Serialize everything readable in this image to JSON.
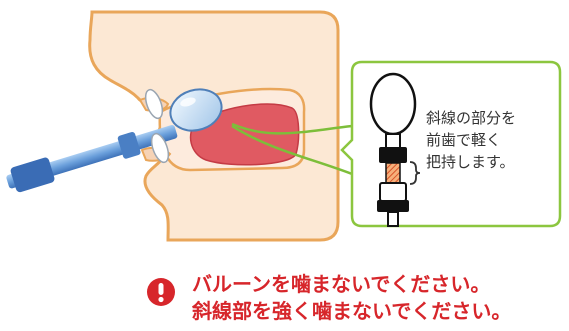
{
  "callout": {
    "line1": "斜線の部分を",
    "line2": "前歯で軽く",
    "line3": "把持します。"
  },
  "warning": {
    "line1": "バルーンを噛まないでください。",
    "line2": "斜線部を強く噛まないでください。",
    "icon": "exclamation-circle-icon"
  },
  "colors": {
    "face_fill": "#FCE8D4",
    "face_outline": "#E9A65A",
    "tongue": "#E05A62",
    "bite_guide": "#7DBE3A",
    "callout_border": "#8CC63F",
    "tube_blue": "#5B8FD0",
    "hatched_grip": "#E8743B",
    "warning_red": "#D7262B"
  }
}
